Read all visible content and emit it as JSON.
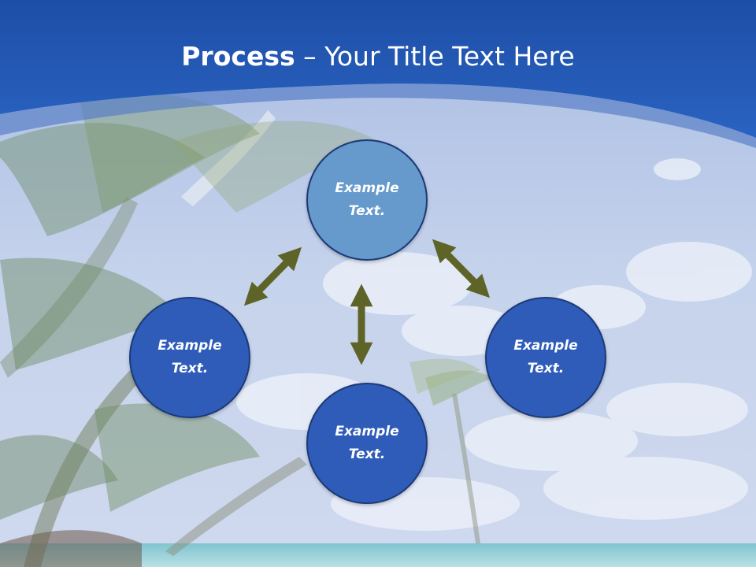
{
  "slide": {
    "title_bold": "Process",
    "title_rest": " – Your Title Text Here"
  },
  "nodes": {
    "top": {
      "label": "Example Text.",
      "color": "#6699cc"
    },
    "left": {
      "label": "Example Text.",
      "color": "#2e5cb8"
    },
    "right": {
      "label": "Example Text.",
      "color": "#2e5cb8"
    },
    "bottom": {
      "label": "Example Text.",
      "color": "#2e5cb8"
    }
  },
  "colors": {
    "banner": "#2258b8",
    "arrow": "#5e6327",
    "sky": "#c5d2ea"
  }
}
